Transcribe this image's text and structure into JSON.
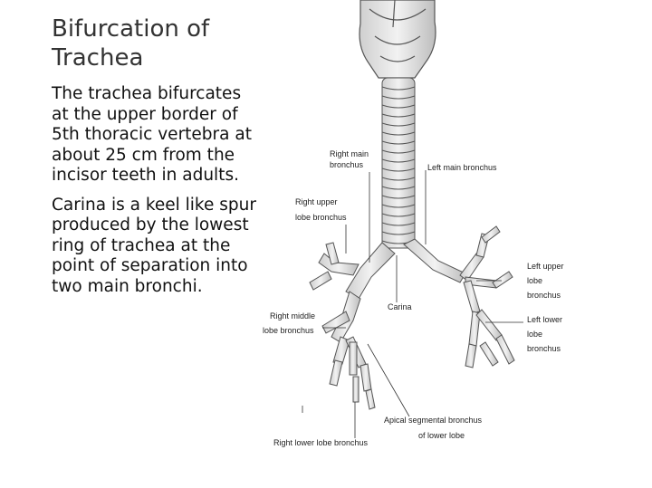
{
  "slide": {
    "title": "Bifurcation of Trachea",
    "paragraphs": [
      "The trachea bifurcates at the upper border of 5th thoracic vertebra at about 25 cm from the incisor teeth in adults.",
      "Carina is a keel like spur produced by the lowest ring of trachea at the point of separation into two main bronchi."
    ]
  },
  "figure": {
    "labels": {
      "right_main_bronchus_1": "Right main",
      "right_main_bronchus_2": "bronchus",
      "left_main_bronchus": "Left main bronchus",
      "right_upper_lobe_1": "Right upper",
      "right_upper_lobe_2": "lobe bronchus",
      "left_upper_lobe_1": "Left upper",
      "left_upper_lobe_2": "lobe",
      "left_upper_lobe_3": "bronchus",
      "carina": "Carina",
      "right_middle_lobe_1": "Right middle",
      "right_middle_lobe_2": "lobe bronchus",
      "left_lower_lobe_1": "Left lower",
      "left_lower_lobe_2": "lobe",
      "left_lower_lobe_3": "bronchus",
      "apical_segmental_1": "Apical segmental bronchus",
      "apical_segmental_2": "of lower lobe",
      "right_lower_lobe": "Right lower lobe bronchus"
    }
  }
}
